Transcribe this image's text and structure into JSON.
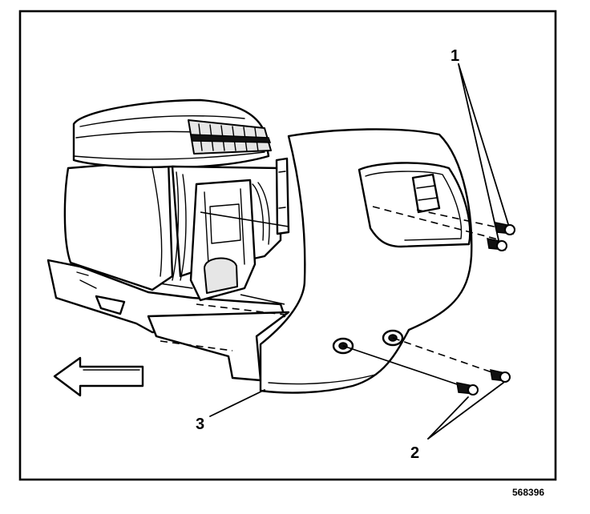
{
  "figure": {
    "figure_number": "568396",
    "callouts": [
      {
        "number": "1"
      },
      {
        "number": "2"
      },
      {
        "number": "3"
      }
    ]
  }
}
